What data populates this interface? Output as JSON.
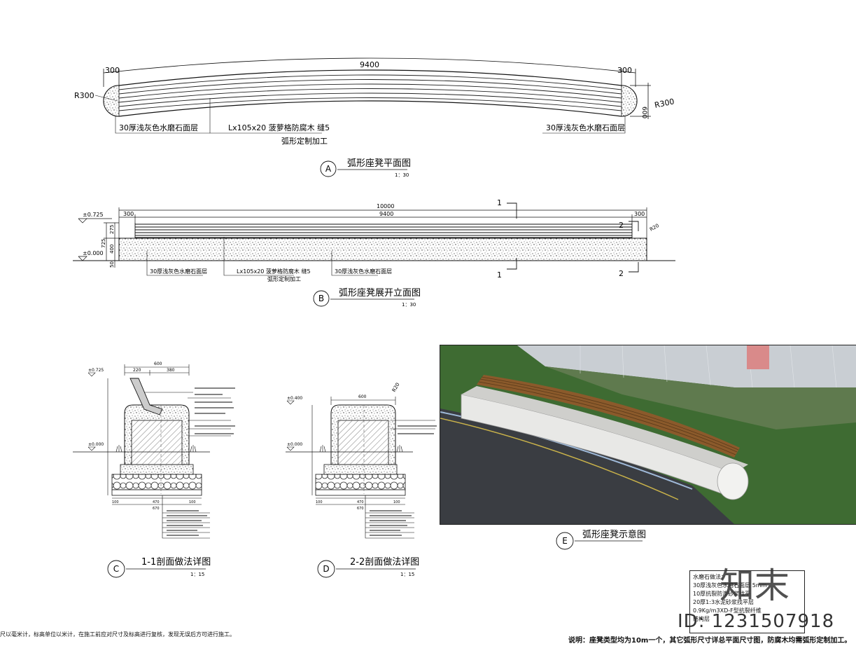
{
  "plan": {
    "dim_left": "300",
    "dim_total": "9400",
    "dim_right": "300",
    "radius_left": "R300",
    "radius_right": "R300",
    "dim_depth": "600",
    "label_left": "30厚浅灰色水磨石面层",
    "label_wood": "Lx105x20  菠萝格防腐木  缝5",
    "label_arc": "弧形定制加工",
    "label_right": "30厚浅灰色水磨石面层",
    "marker": "A",
    "title": "弧形座凳平面图",
    "scale": "1：30"
  },
  "elevation": {
    "level_top": "±0.725",
    "level_ground": "±0.000",
    "dim_overall": "10000",
    "dim_left": "300",
    "dim_mid": "9400",
    "dim_right": "300",
    "h_725": "725",
    "h_275": "275",
    "h_400": "400",
    "h_50": "50",
    "radius": "R20",
    "cut1_top": "1",
    "cut1_bot": "1",
    "cut2_top": "2",
    "cut2_bot": "2",
    "label_left": "30厚浅灰色水磨石面层",
    "label_wood": "Lx105x20 菠萝格防腐木 缝5",
    "label_arc": "弧形定制加工",
    "label_right": "30厚浅灰色水磨石面层",
    "marker": "B",
    "title": "弧形座凳展开立面图",
    "scale": "1：30"
  },
  "section1": {
    "level_top": "±0.725",
    "level_ground": "±0.000",
    "width": "600",
    "dim_a": "220",
    "dim_b": "380",
    "bottom_dims": [
      "100",
      "470",
      "100"
    ],
    "bottom_total": "670",
    "marker": "C",
    "title": "1-1剖面做法详图",
    "scale": "1：15"
  },
  "section2": {
    "level_top": "±0.400",
    "level_ground": "±0.000",
    "width": "600",
    "radius": "R20",
    "bottom_dims": [
      "100",
      "470",
      "100"
    ],
    "bottom_total": "670",
    "marker": "D",
    "title": "2-2剖面做法详图",
    "scale": "1：15"
  },
  "render": {
    "marker": "E",
    "title": "弧形座凳示意图"
  },
  "notes": {
    "lines": [
      "水磨石做法：",
      "30厚浅灰色水磨石面层 5mm",
      "10厚抗裂防渗砂浆找平",
      "20厚1:3水泥砂浆找平层",
      "0.9Kg/m3XD-F型抗裂纤维",
      "结构层"
    ]
  },
  "bottom_note": "尺以毫米计，标高单位以米计，在施工前应对尺寸及标高进行复核，发现无误后方可进行施工。",
  "explanation": "说明：座凳类型均为10m一个，其它弧形尺寸详总平面尺寸图，防腐木均需弧形定制加工。",
  "brand": {
    "logo": "知末",
    "id": "ID: 1231507918"
  }
}
